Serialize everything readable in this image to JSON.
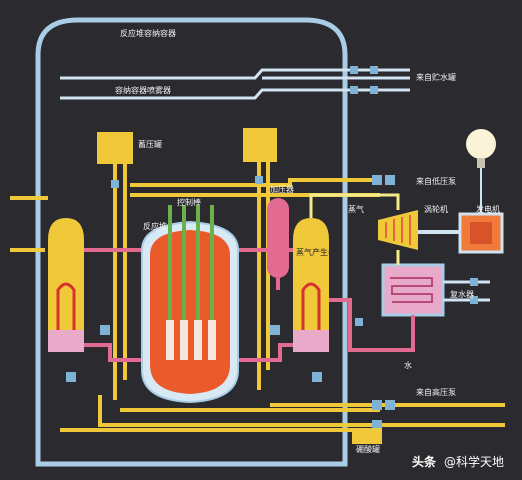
{
  "labels": {
    "containment_vessel": "反应堆容纳容器",
    "containment_spray": "容纳容器喷雾器",
    "from_storage_tank": "来自贮水罐",
    "accumulator_tank": "蓄压罐",
    "control_rod": "控制棒",
    "pressurizer": "加压器",
    "reactor": "反应堆",
    "from_low_pressure_pump": "来自低压泵",
    "steam": "蒸气",
    "turbine": "涡轮机",
    "generator": "发电机",
    "steam_generator": "蒸气产生器",
    "condenser": "复水器",
    "water": "水",
    "from_high_pressure_pump": "来自高压泵",
    "boric_acid_tank": "硼酸罐"
  },
  "watermark": {
    "prefix": "头条",
    "handle": "@科学天地"
  },
  "colors": {
    "background": "#2b2a2f",
    "containment": "#a9cde6",
    "feed_pipe": "#f0c93a",
    "primary_loop": "#e36a90",
    "secondary_pipe": "#f4ec8a",
    "reactor_core": "#ea5a2a",
    "control_rods": "#6ab04c",
    "generator": "#f07a3a"
  }
}
